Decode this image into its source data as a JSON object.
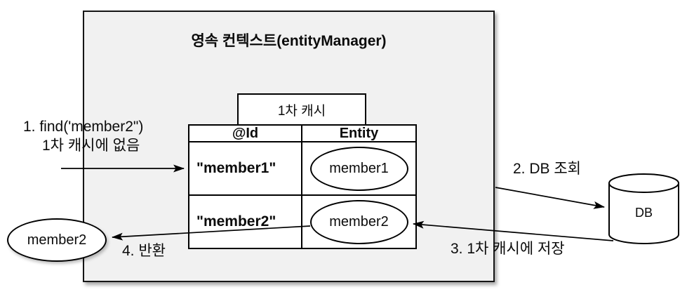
{
  "diagram": {
    "title": "영속 컨텍스트(entityManager)",
    "cache_label": "1차 캐시",
    "table": {
      "headers": [
        "@Id",
        "Entity"
      ],
      "rows": [
        {
          "id": "\"member1\"",
          "entity": "member1"
        },
        {
          "id": "\"member2\"",
          "entity": "member2"
        }
      ]
    },
    "outside_entity": "member2",
    "db_label": "DB",
    "steps": [
      {
        "label": "1. find('member2\")",
        "sub": "1차 캐시에 없음"
      },
      {
        "label": "2. DB 조회"
      },
      {
        "label": "3. 1차 캐시에 저장"
      },
      {
        "label": "4. 반환"
      }
    ],
    "colors": {
      "box_fill": "#f1f1f1",
      "line": "#000000",
      "background": "#ffffff"
    }
  }
}
